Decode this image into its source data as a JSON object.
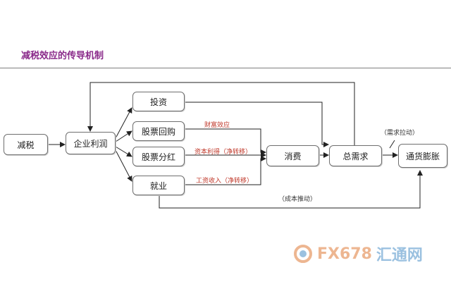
{
  "title": "减税效应的传导机制",
  "nodes": {
    "jianshui": "减税",
    "qiye_lirun": "企业利润",
    "touzi": "投资",
    "gupiao_huigou": "股票回购",
    "gupiao_fenhong": "股票分红",
    "jiuye": "就业",
    "xiaofei": "消费",
    "zong_xuqiu": "总需求",
    "tonghuo_pengzhang": "通货膨胀"
  },
  "edge_labels": {
    "caifu_xiaoying": "财富效应",
    "ziben_lide": "资本利得（净转移）",
    "gongzi_shouru": "工资收入（净转移）",
    "xuqiu_ladong": "（需求拉动）",
    "chengben_tuidong": "（成本推动）"
  },
  "watermark": {
    "brand": "FX678",
    "brand_cn": "汇通网"
  },
  "colors": {
    "title": "#8a2a8a",
    "edge_label_red": "#c0392b",
    "node_border": "#6f6f6f"
  }
}
